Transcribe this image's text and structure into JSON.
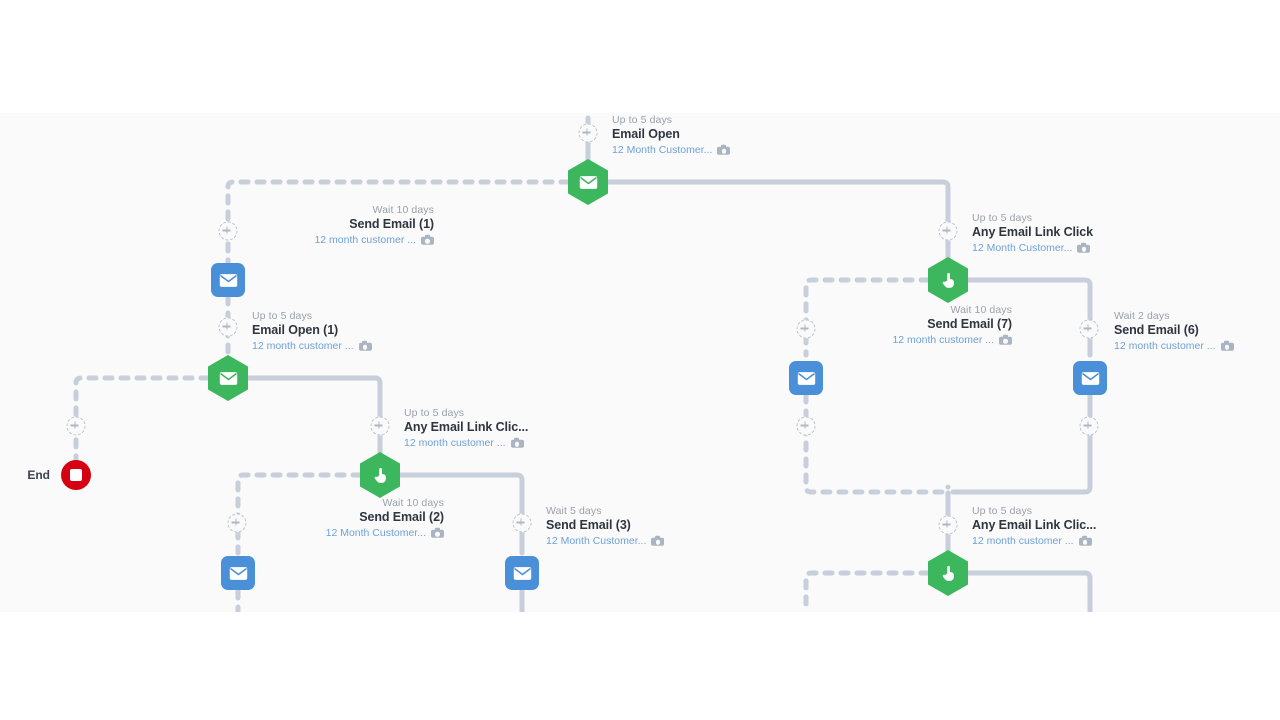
{
  "canvas": {
    "background_color": "#fafafa",
    "page_background_color": "#ffffff",
    "connector_color": "#c7cfdb",
    "accent_green": "#3cb75e",
    "accent_blue": "#4a90d9",
    "end_red": "#d50011"
  },
  "end_node": {
    "label": "End",
    "icon": "stop-icon"
  },
  "nodes": [
    {
      "id": "email-open",
      "shape": "hexagon",
      "icon": "envelope-icon",
      "color": "#3cb75e",
      "wait": "Up to 5 days",
      "title": "Email Open",
      "sub": "12 Month Customer...",
      "label_side": "right"
    },
    {
      "id": "send-email-1",
      "shape": "square",
      "icon": "envelope-icon",
      "color": "#4a90d9",
      "wait": "Wait 10 days",
      "title": "Send Email (1)",
      "sub": "12 month customer ...",
      "label_side": "left"
    },
    {
      "id": "email-open-1",
      "shape": "hexagon",
      "icon": "envelope-icon",
      "color": "#3cb75e",
      "wait": "Up to 5 days",
      "title": "Email Open (1)",
      "sub": "12 month customer ...",
      "label_side": "right"
    },
    {
      "id": "any-email-link-click-a",
      "shape": "hexagon",
      "icon": "click-hand-icon",
      "color": "#3cb75e",
      "wait": "Up to 5 days",
      "title": "Any Email Link Clic...",
      "sub": "12 month customer ...",
      "label_side": "right"
    },
    {
      "id": "send-email-2",
      "shape": "square",
      "icon": "envelope-icon",
      "color": "#4a90d9",
      "wait": "Wait 10 days",
      "title": "Send Email (2)",
      "sub": "12 Month Customer...",
      "label_side": "left"
    },
    {
      "id": "send-email-3",
      "shape": "square",
      "icon": "envelope-icon",
      "color": "#4a90d9",
      "wait": "Wait 5 days",
      "title": "Send Email (3)",
      "sub": "12 Month Customer...",
      "label_side": "right"
    },
    {
      "id": "any-email-link-click-b",
      "shape": "hexagon",
      "icon": "click-hand-icon",
      "color": "#3cb75e",
      "wait": "Up to 5 days",
      "title": "Any Email Link Click",
      "sub": "12 Month Customer...",
      "label_side": "right"
    },
    {
      "id": "send-email-7",
      "shape": "square",
      "icon": "envelope-icon",
      "color": "#4a90d9",
      "wait": "Wait 10 days",
      "title": "Send Email (7)",
      "sub": "12 month customer ...",
      "label_side": "left"
    },
    {
      "id": "send-email-6",
      "shape": "square",
      "icon": "envelope-icon",
      "color": "#4a90d9",
      "wait": "Wait 2 days",
      "title": "Send Email (6)",
      "sub": "12 month customer ...",
      "label_side": "right"
    },
    {
      "id": "any-email-link-click-c",
      "shape": "hexagon",
      "icon": "click-hand-icon",
      "color": "#3cb75e",
      "wait": "Up to 5 days",
      "title": "Any Email Link Clic...",
      "sub": "12 month customer ...",
      "label_side": "right"
    }
  ],
  "add_handles_count": 14
}
